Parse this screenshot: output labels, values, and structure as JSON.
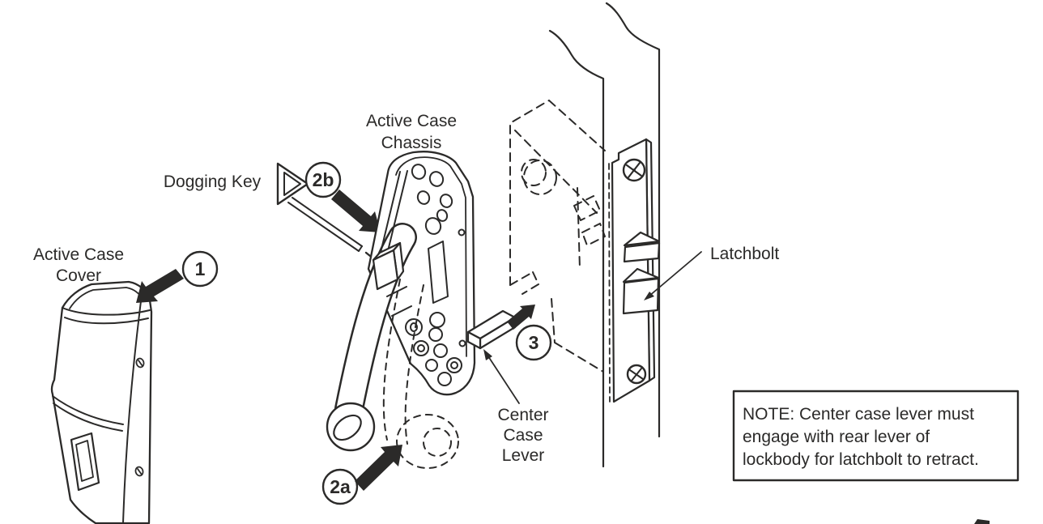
{
  "figure": {
    "type": "exploded-assembly-diagram",
    "labels": {
      "cover_line1": "Active Case",
      "cover_line2": "Cover",
      "dogging_key": "Dogging Key",
      "chassis_line1": "Active Case",
      "chassis_line2": "Chassis",
      "ccl_line1": "Center",
      "ccl_line2": "Case",
      "ccl_line3": "Lever",
      "latchbolt": "Latchbolt"
    },
    "steps": {
      "step1": "1",
      "step2a": "2a",
      "step2b": "2b",
      "step3": "3"
    },
    "note": {
      "line1": "NOTE: Center case lever must",
      "line2": "engage with rear lever of",
      "line3": "lockbody for latchbolt to retract."
    },
    "colors": {
      "ink": "#2b2a29",
      "background": "#ffffff"
    }
  }
}
